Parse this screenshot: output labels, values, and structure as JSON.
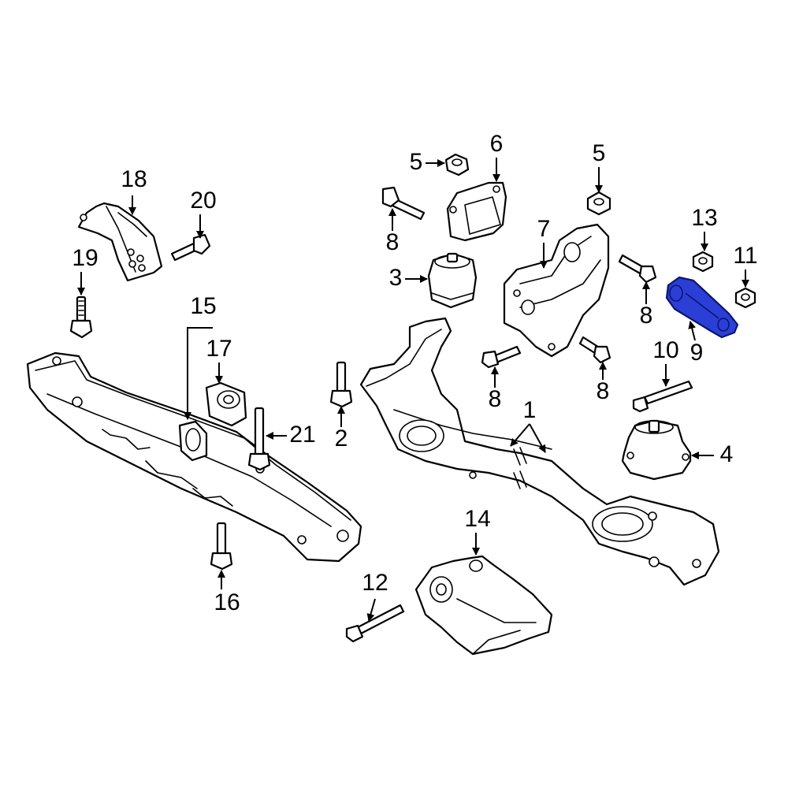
{
  "diagram": {
    "highlight_color": "#2b3fd6",
    "highlighted_part": "9",
    "callouts": [
      {
        "id": "c1",
        "label": "1"
      },
      {
        "id": "c2",
        "label": "2"
      },
      {
        "id": "c3",
        "label": "3"
      },
      {
        "id": "c4",
        "label": "4"
      },
      {
        "id": "c5a",
        "label": "5"
      },
      {
        "id": "c5b",
        "label": "5"
      },
      {
        "id": "c6",
        "label": "6"
      },
      {
        "id": "c7",
        "label": "7"
      },
      {
        "id": "c8a",
        "label": "8"
      },
      {
        "id": "c8b",
        "label": "8"
      },
      {
        "id": "c8c",
        "label": "8"
      },
      {
        "id": "c8d",
        "label": "8"
      },
      {
        "id": "c9",
        "label": "9"
      },
      {
        "id": "c10",
        "label": "10"
      },
      {
        "id": "c11",
        "label": "11"
      },
      {
        "id": "c12",
        "label": "12"
      },
      {
        "id": "c13",
        "label": "13"
      },
      {
        "id": "c14",
        "label": "14"
      },
      {
        "id": "c15",
        "label": "15"
      },
      {
        "id": "c16",
        "label": "16"
      },
      {
        "id": "c17",
        "label": "17"
      },
      {
        "id": "c18",
        "label": "18"
      },
      {
        "id": "c19",
        "label": "19"
      },
      {
        "id": "c20",
        "label": "20"
      },
      {
        "id": "c21",
        "label": "21"
      }
    ]
  }
}
